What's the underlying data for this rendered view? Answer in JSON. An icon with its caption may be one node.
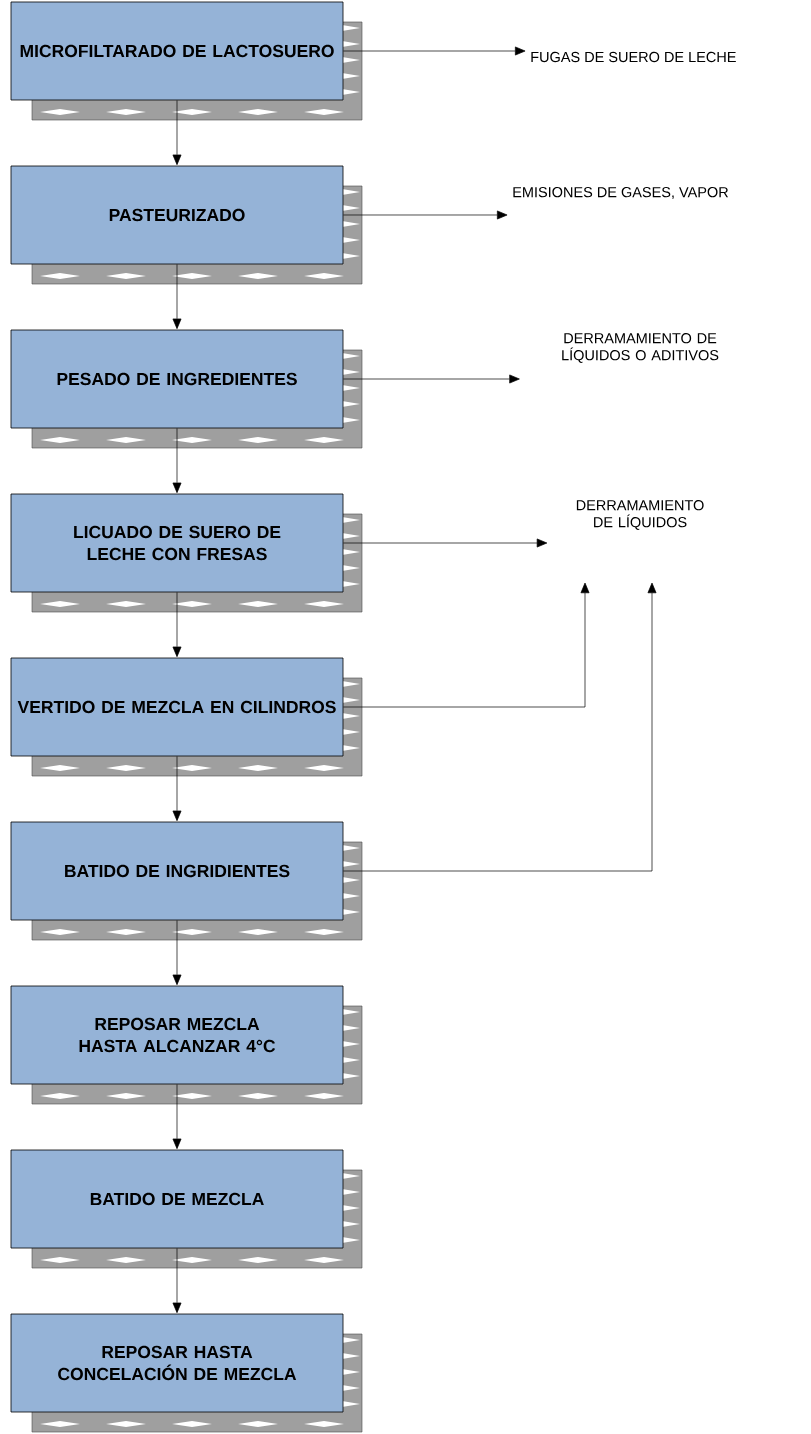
{
  "diagram": {
    "nodes": [
      {
        "text": [
          "MICROFILTARADO DE LACTOSUERO"
        ]
      },
      {
        "text": [
          "PASTEURIZADO"
        ]
      },
      {
        "text": [
          "PESADO DE INGREDIENTES"
        ]
      },
      {
        "text": [
          "LICUADO DE SUERO DE LECHE CON FRESAS"
        ]
      },
      {
        "text": [
          "VERTIDO DE MEZCLA EN CILINDROS"
        ]
      },
      {
        "text": [
          "BATIDO DE INGRIDIENTES"
        ]
      },
      {
        "text": [
          "REPOSAR MEZCLA HASTA ALCANZAR 4°C"
        ]
      },
      {
        "text": [
          "BATIDO DE MEZCLA"
        ]
      },
      {
        "text": [
          "REPOSAR HASTA CONCELACIÓN DE MEZCLA"
        ]
      },
      {
        "text": [
          "FUGAS DE SUERO DE LECHE"
        ]
      },
      {
        "text": [
          "EMISIONES DE GASES, VAPOR"
        ]
      },
      {
        "text": [
          "DERRAMAMIENTO DE LÍQUIDOS O ADITIVOS"
        ]
      },
      {
        "text": [
          "DERRAMAMIENTO DE LÍQUIDOS"
        ]
      }
    ],
    "edges": [
      {
        "from": 0,
        "to": 1,
        "arrow": "to"
      },
      {
        "from": 1,
        "to": 2,
        "arrow": "to"
      },
      {
        "from": 2,
        "to": 3,
        "arrow": "to"
      },
      {
        "from": 3,
        "to": 4,
        "arrow": "to"
      },
      {
        "from": 4,
        "to": 5,
        "arrow": "to"
      },
      {
        "from": 5,
        "to": 6,
        "arrow": "to"
      },
      {
        "from": 6,
        "to": 7,
        "arrow": "to"
      },
      {
        "from": 7,
        "to": 8,
        "arrow": "to"
      },
      {
        "from": 0,
        "to": 9,
        "arrow": "to"
      },
      {
        "from": 1,
        "to": 10,
        "arrow": "to"
      },
      {
        "from": 2,
        "to": 11,
        "arrow": "to"
      },
      {
        "from": 3,
        "to": 12,
        "arrow": "to"
      },
      {
        "from": 4,
        "to": 12,
        "arrow": "to"
      },
      {
        "from": 5,
        "to": 12,
        "arrow": "to"
      }
    ]
  }
}
